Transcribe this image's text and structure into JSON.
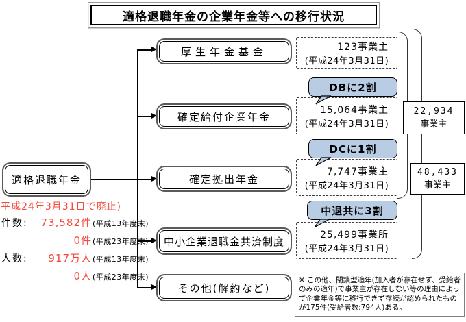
{
  "title": "適格退職年金の企業年金等への移行状況",
  "source": {
    "label": "適格退職年金",
    "abolished_note": "平成24年3月31日で廃止)",
    "stats": [
      {
        "label": "件数:",
        "value": "73,582件",
        "period": "(平成13年度末)"
      },
      {
        "label": "",
        "value": "0件",
        "period": "(平成23年度末)"
      },
      {
        "label": "人数:",
        "value": "917万人",
        "period": "(平成13年度末)"
      },
      {
        "label": "",
        "value": "0人",
        "period": "(平成23年度末)"
      }
    ]
  },
  "destinations": [
    {
      "name": "厚生年金基金",
      "count": "123事業主",
      "date": "(平成24年3月31日)"
    },
    {
      "name": "確定給付企業年金",
      "count": "15,064事業主",
      "date": "(平成24年3月31日)",
      "callout": "DBに2割"
    },
    {
      "name": "確定拠出年金",
      "count": "7,747事業主",
      "date": "(平成24年3月31日)",
      "callout": "DCに1割"
    },
    {
      "name": "中小企業退職金共済制度",
      "count": "25,499事業所",
      "date": "(平成24年3月31日)",
      "callout": "中退共に3割"
    },
    {
      "name": "その他(解約など)"
    }
  ],
  "totals": [
    {
      "value": "22,934",
      "unit": "事業主"
    },
    {
      "value": "48,433",
      "unit": "事業主"
    }
  ],
  "note": "※ この他、閉鎖型適年(加入者が存在せず、受給者のみの適年)で事業主が存在しない等の理由によって企業年金等に移行できず存続が認められたものが175件(受給者数:794人)ある。",
  "colors": {
    "callout_bg": "#b8cce4",
    "highlight_red": "#f4493c"
  }
}
